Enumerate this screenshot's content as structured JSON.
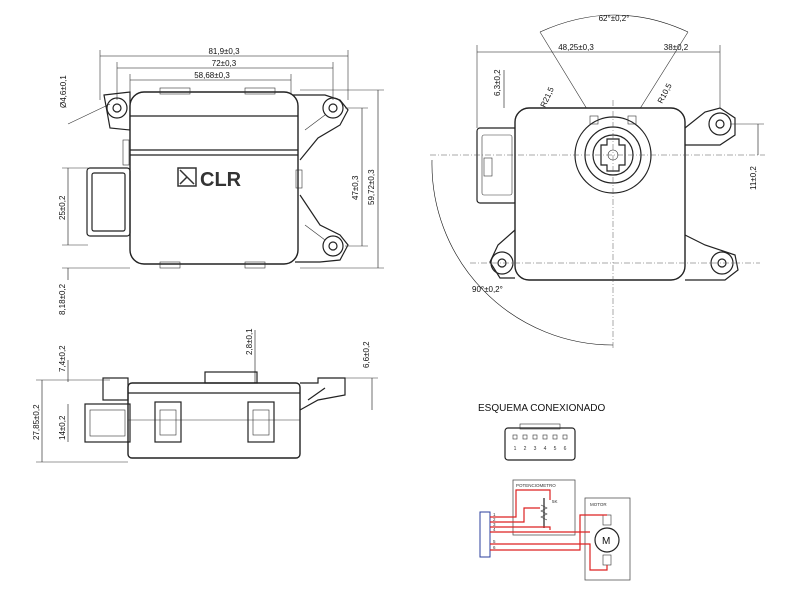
{
  "top_view": {
    "width_overall": "81,9±0,3",
    "width_holes": "72±0,3",
    "width_body": "58,68±0,3",
    "hole_dia": "Ø4,6±0,1",
    "height_connector": "25±0,2",
    "height_body": "47±0,3",
    "height_overall": "59,72±0,3",
    "offset_bottom": "8,18±0,2",
    "logo": "CLR"
  },
  "front_view": {
    "angle_top": "62°±0,2°",
    "dist_left": "48,25±0,3",
    "dist_right": "38±0,2",
    "offset_top": "6,3±0,2",
    "radius_left": "R21,5",
    "radius_right": "R10,5",
    "height_right": "11±0,2",
    "angle_rotation": "90°±0,2°"
  },
  "side_view": {
    "height_overall": "27,85±0,2",
    "height_top": "7,4±0,2",
    "height_connector": "14±0,2",
    "step": "2,8±0,1",
    "tab_height": "6,6±0,2"
  },
  "wiring": {
    "title": "ESQUEMA CONEXIONADO",
    "pins": [
      "1",
      "2",
      "3",
      "4",
      "5",
      "6"
    ],
    "potentiometer_label": "POTENCIOMETRO",
    "resistor_value": "5K",
    "motor_label": "MOTOR",
    "motor_symbol": "M"
  },
  "colors": {
    "wire": "#dd2222",
    "connector": "#2b3f9e"
  }
}
